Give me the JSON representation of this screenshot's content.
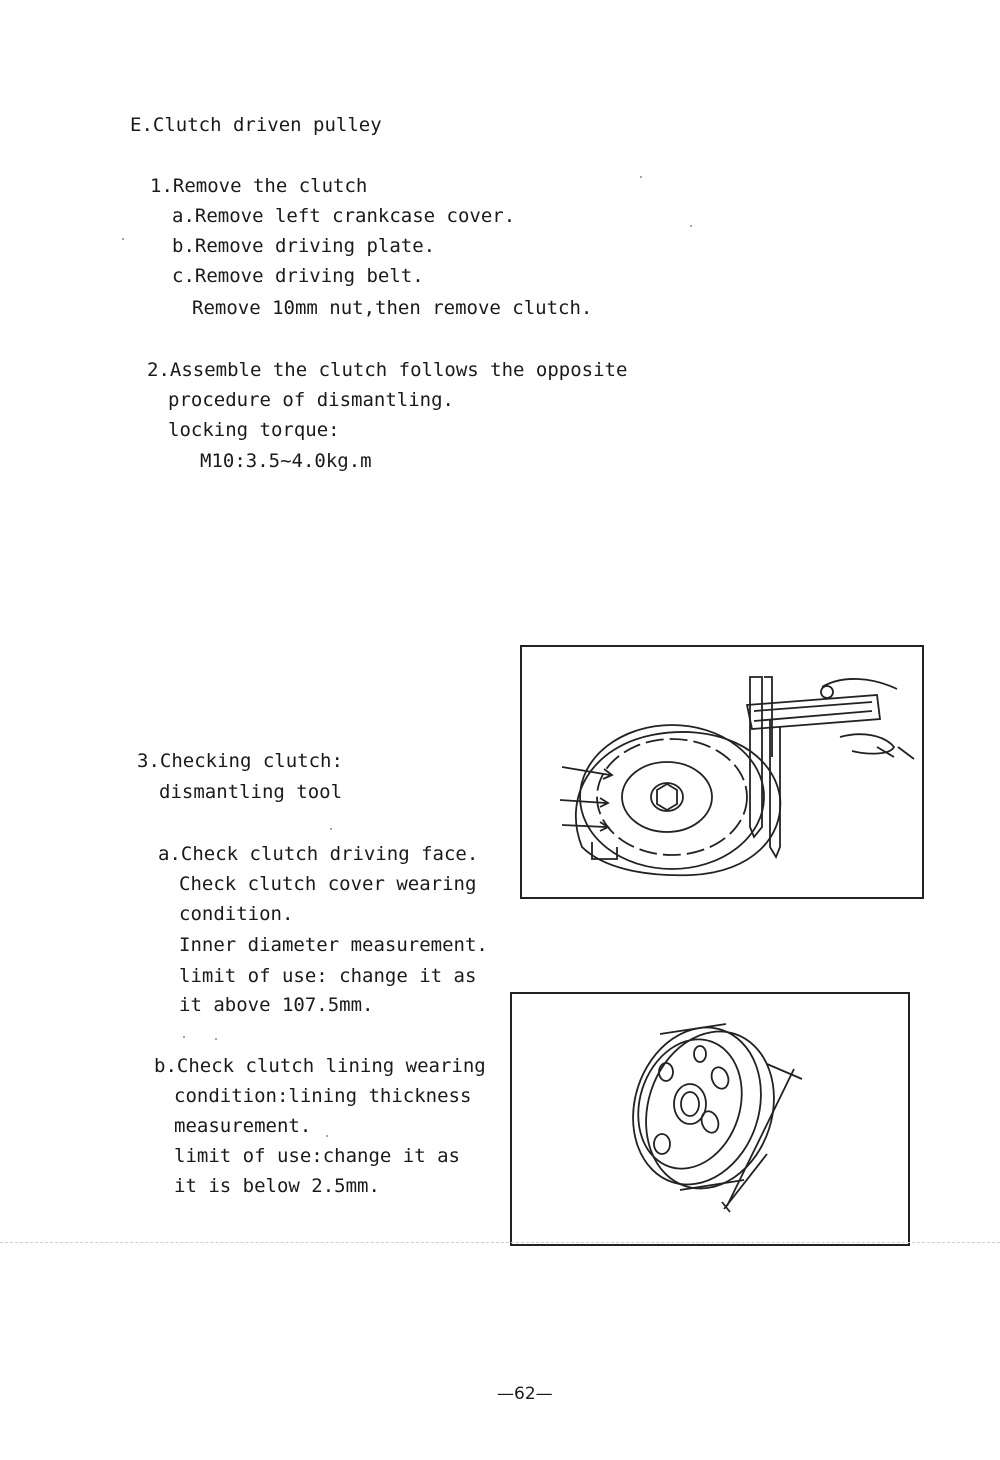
{
  "section": {
    "title": "E.Clutch driven pulley"
  },
  "step1": {
    "heading": "1.Remove the clutch",
    "items": [
      "a.Remove left crankcase cover.",
      "b.Remove driving plate.",
      "c.Remove driving belt.",
      "Remove 10mm nut,then remove clutch."
    ]
  },
  "step2": {
    "lines": [
      "2.Assemble the clutch follows the opposite",
      "procedure of dismantling.",
      "locking torque:",
      "M10:3.5~4.0kg.m"
    ]
  },
  "step3": {
    "lines": [
      "3.Checking clutch:",
      "dismantling tool"
    ],
    "check_a": [
      "a.Check clutch driving face.",
      "Check clutch cover wearing",
      "condition.",
      "Inner diameter measurement.",
      "limit of use: change it as",
      "it above 107.5mm."
    ],
    "check_b": [
      "b.Check clutch lining wearing",
      "condition:lining thickness",
      "measurement.",
      "limit of use:change it as",
      "it is below 2.5mm."
    ]
  },
  "figures": {
    "caliper_icon": "caliper-measuring-clutch-illustration",
    "drum_icon": "clutch-drum-illustration"
  },
  "footer": {
    "page_number": "—62—"
  }
}
